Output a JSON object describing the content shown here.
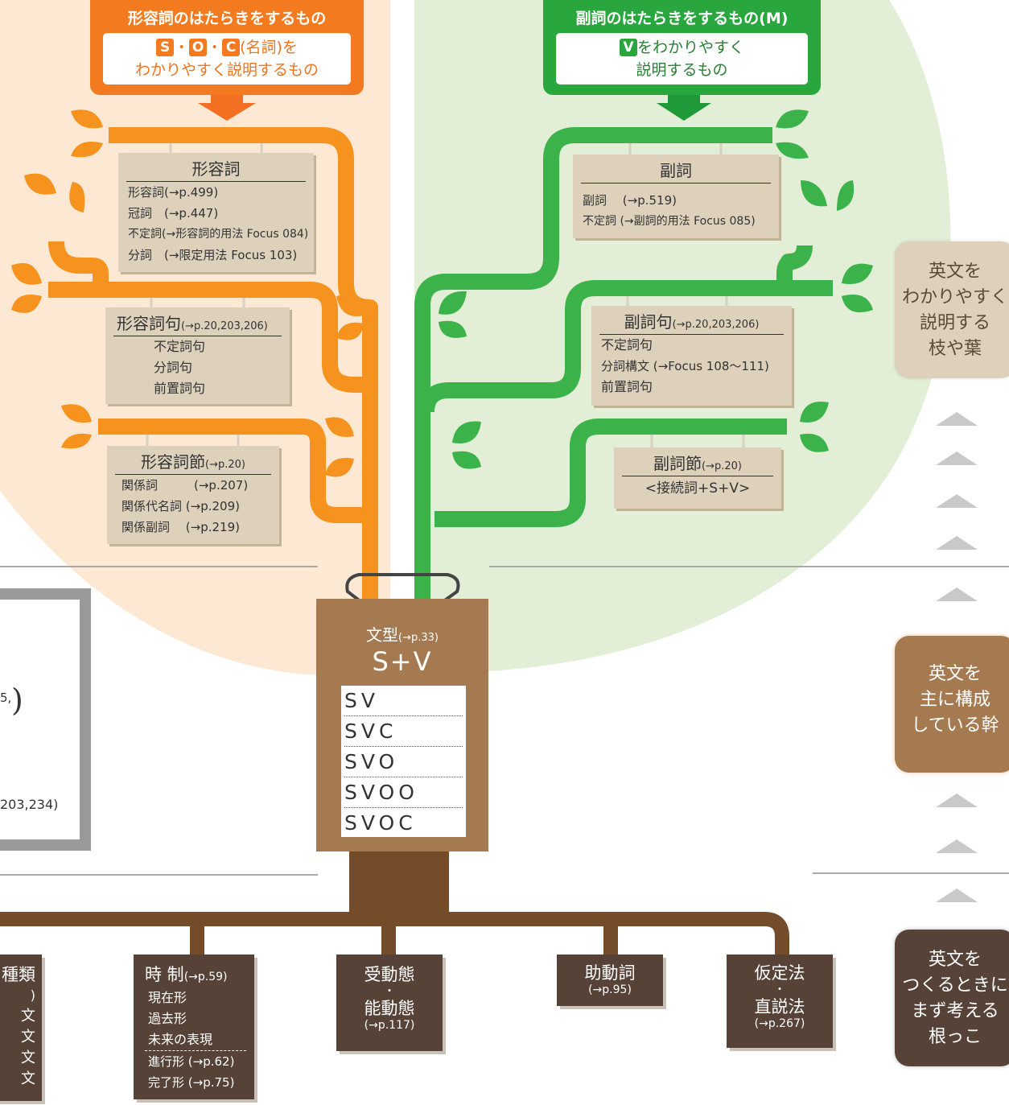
{
  "adjective_header": {
    "title": "形容詞のはたらきをするもの",
    "s": "S",
    "dot1": "・",
    "o": "O",
    "dot2": "・",
    "c": "C",
    "line1_rest": "(名詞)を",
    "line2": "わかりやすく説明するもの"
  },
  "adverb_header": {
    "title": "副詞のはたらきをするもの(M)",
    "v": "V",
    "line1_rest": "をわかりやすく",
    "line2": "説明するもの"
  },
  "adjective_box": {
    "title": "形容詞",
    "lines": [
      "形容詞(→p.499)",
      "冠詞　(→p.447)",
      "不定詞(→形容詞的用法 Focus 084)",
      "分詞　(→限定用法 Focus 103)"
    ]
  },
  "adjective_phrase_box": {
    "title": "形容詞句",
    "ref": "(→p.20,203,206)",
    "lines": [
      "不定詞句",
      "分詞句",
      "前置詞句"
    ]
  },
  "adjective_clause_box": {
    "title": "形容詞節",
    "ref": "(→p.20)",
    "lines": [
      "関係詞　　　(→p.207)",
      "関係代名詞 (→p.209)",
      "関係副詞　 (→p.219)"
    ]
  },
  "adverb_box": {
    "title": "副詞",
    "lines": [
      "副詞　 (→p.519)",
      "不定詞 (→副詞的用法 Focus 085)"
    ]
  },
  "adverb_phrase_box": {
    "title": "副詞句",
    "ref": "(→p.20,203,206)",
    "lines": [
      "不定詞句",
      "分詞構文 (→Focus 108〜111)",
      "前置詞句"
    ]
  },
  "adverb_clause_box": {
    "title": "副詞節",
    "ref": "(→p.20)",
    "line": "<接続詞+S+V>"
  },
  "trunk": {
    "title": "文型",
    "ref": "(→p.33)",
    "formula": "S+V",
    "forms": [
      "SV",
      "SVC",
      "SVO",
      "SVOO",
      "SVOC"
    ]
  },
  "roots": {
    "types": {
      "title": "種類",
      "lines": [
        ")",
        "文",
        "文",
        "文",
        "文"
      ]
    },
    "tense": {
      "title": "時 制",
      "ref": "(→p.59)",
      "lines": [
        "現在形",
        "過去形",
        "未来の表現"
      ],
      "lines2": [
        "進行形 (→p.62)",
        "完了形 (→p.75)"
      ]
    },
    "voice": {
      "line1": "受動態",
      "dot": "・",
      "line2": "能動態",
      "ref": "(→p.117)"
    },
    "aux": {
      "title": "助動詞",
      "ref": "(→p.95)"
    },
    "mood": {
      "line1": "仮定法",
      "dot": "・",
      "line2": "直説法",
      "ref": "(→p.267)"
    }
  },
  "side_labels": {
    "branches": [
      "英文を",
      "わかりやすく",
      "説明する",
      "枝や葉"
    ],
    "trunk": [
      "英文を",
      "主に構成",
      "している幹"
    ],
    "roots": [
      "英文を",
      "つくるときに",
      "まず考える",
      "根っこ"
    ]
  },
  "left_frame": {
    "text1": "5,",
    "paren": ")",
    "text2": "203,234)"
  },
  "colors": {
    "orange": "#f47a1f",
    "green": "#2aa63f",
    "trunk": "#a57a50",
    "root": "#564237",
    "tan": "#ddd1bb"
  }
}
